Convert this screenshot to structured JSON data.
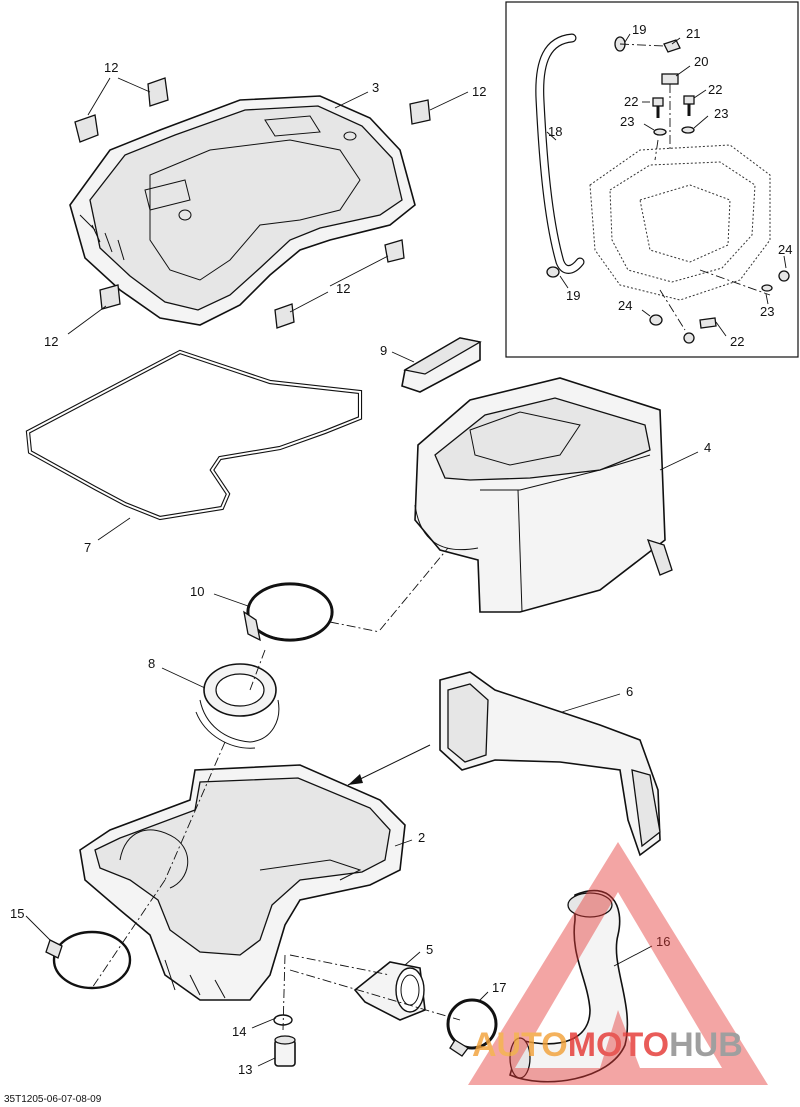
{
  "diagram": {
    "ref_code": "35T1205-06-07-08-09",
    "inset_labels": [
      "19",
      "21",
      "20",
      "22",
      "22",
      "23",
      "23",
      "18",
      "24",
      "24",
      "19",
      "23",
      "22"
    ],
    "labels": {
      "l3": "3",
      "l12a": "12",
      "l12b": "12",
      "l12c": "12",
      "l12d": "12",
      "l9": "9",
      "l7": "7",
      "l4": "4",
      "l10": "10",
      "l8": "8",
      "l6": "6",
      "l2": "2",
      "l15": "15",
      "l5": "5",
      "l14": "14",
      "l13": "13",
      "l17": "17",
      "l16": "16"
    }
  },
  "watermark": {
    "part1": "AUTO",
    "part2": "MOTO",
    "part3": "HUB",
    "colors": {
      "orange": "#f2a23a",
      "red": "#e53935",
      "grey": "#8a8a8a"
    }
  }
}
